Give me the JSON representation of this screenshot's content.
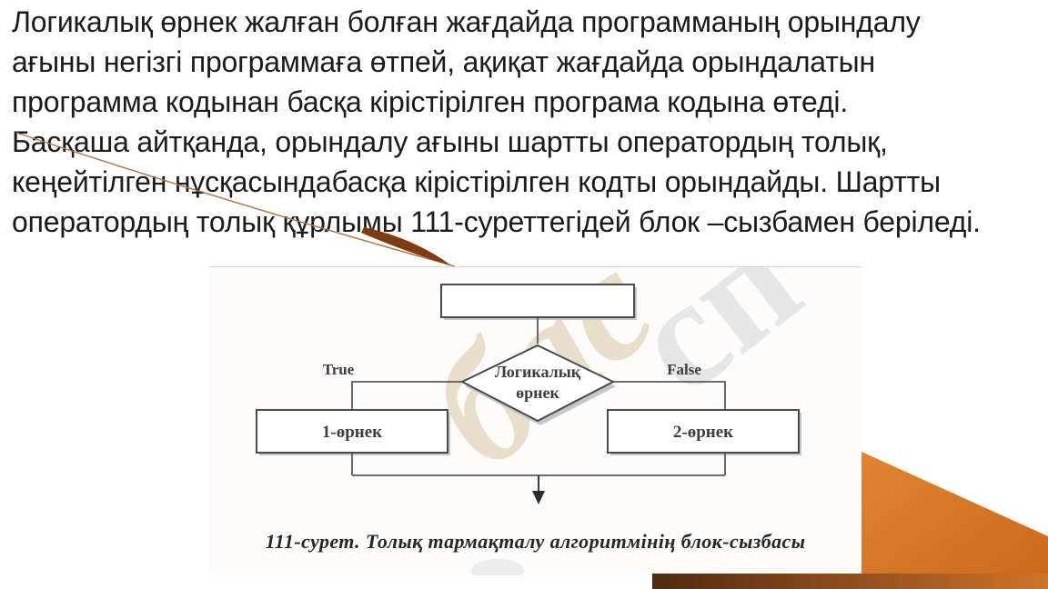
{
  "slide": {
    "paragraph": "Логикалық өрнек жалған болған жағдайда программаның орындалу\nағыны негізгі программаға өтпей, ақиқат жағдайда орындалатын\nпрограмма кодынан басқа кірістірілген програма кодына өтеді.\nБасқаша айтқанда, орындалу ағыны шартты оператордың толық,\nкеңейтілген нұсқасындабасқа кірістірілген кодты орындайды. Шартты\nоператордың толық құрлымы 111-суреттегідей блок –сызбамен беріледі."
  },
  "figure": {
    "caption": "111-сурет. Толық тармақталу алгоритмінің блок-сызбасы",
    "flowchart": {
      "start_box_label": "",
      "decision_label_line1": "Логикалық",
      "decision_label_line2": "өрнек",
      "true_branch_label": "True",
      "false_branch_label": "False",
      "branch1_box_label": "1-өрнек",
      "branch2_box_label": "2-өрнек"
    },
    "watermark_fragments": {
      "script": "бас",
      "block": "сп"
    }
  },
  "decor": {
    "triangle_orange_top": "#e08434",
    "triangle_orange_bottom": "#c96818",
    "bar_gradient_left": "#4f2a0e",
    "bar_gradient_right": "#cf7428",
    "swoosh_brown": "#7d3c12",
    "swoosh_line": "#b5713d"
  }
}
